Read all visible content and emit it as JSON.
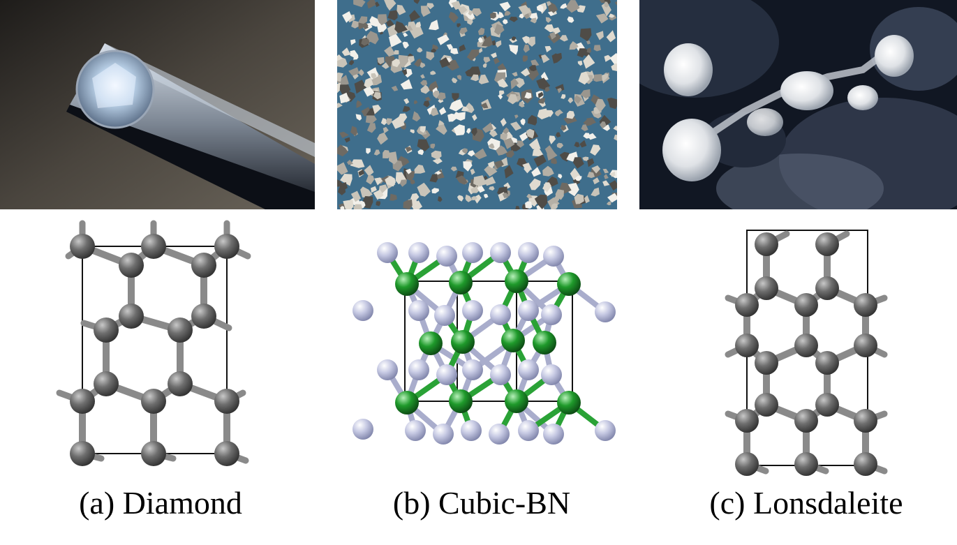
{
  "panels": [
    {
      "id": "a",
      "caption": "(a) Diamond",
      "structure": "diamond",
      "atom_color": "#6e6e6e",
      "bond_color": "#8a8a8a"
    },
    {
      "id": "b",
      "caption": "(b) Cubic-BN",
      "structure": "cubic-bn",
      "atom_colors": {
        "boron": "#c6c9e3",
        "nitrogen": "#1f9a2b"
      },
      "bond_colors": [
        "#a9adcc",
        "#2aa236"
      ]
    },
    {
      "id": "c",
      "caption": "(c) Lonsdaleite",
      "structure": "lonsdaleite",
      "atom_color": "#6e6e6e",
      "bond_color": "#8a8a8a"
    }
  ],
  "colors": {
    "cell_outline": "#111111",
    "photo_a_background": "#3a3631",
    "photo_b_background": "#3f6e8c",
    "photo_c_background": "#0f1420"
  }
}
